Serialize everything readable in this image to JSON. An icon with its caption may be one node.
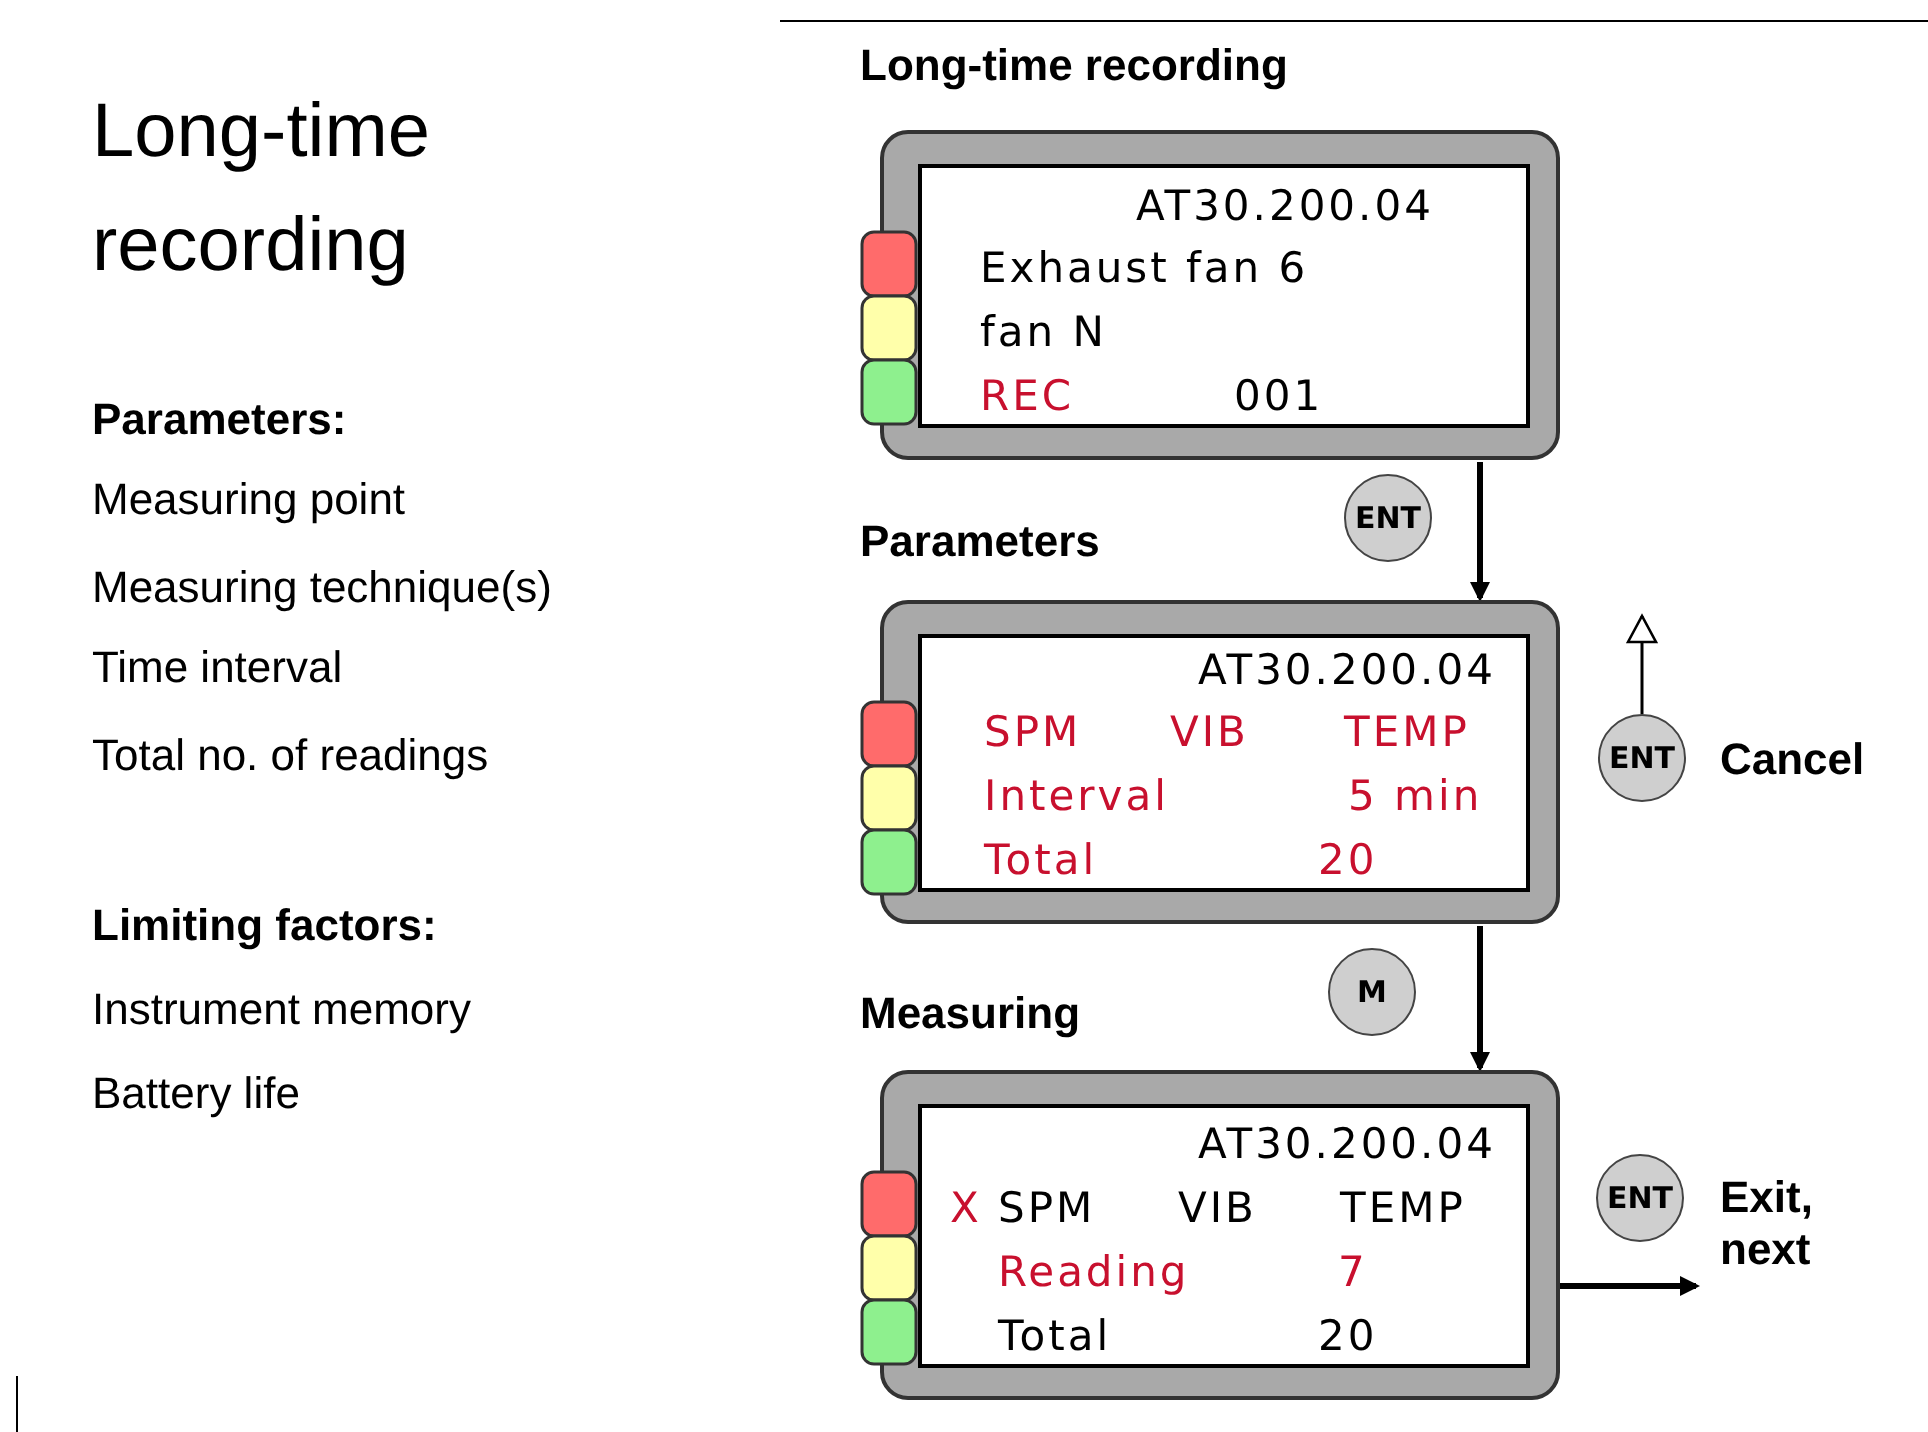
{
  "diagram": {
    "title": "Long-time recording",
    "nodes": [
      {
        "text": [
          "Long-time recording",
          "AT30.200.04",
          "Exhaust fan 6",
          "fan N",
          "REC",
          "001"
        ]
      },
      {
        "text": [
          "ENT"
        ]
      },
      {
        "text": [
          "Parameters",
          "AT30.200.04",
          "SPM",
          "VIB",
          "TEMP",
          "Interval",
          "5 min",
          "Total",
          "20"
        ]
      },
      {
        "text": [
          "ENT"
        ],
        "beside": [
          "Cancel"
        ]
      },
      {
        "text": [
          "M"
        ]
      },
      {
        "text": [
          "Measuring",
          "AT30.200.04",
          "X",
          "SPM",
          "VIB",
          "TEMP",
          "Reading",
          "7",
          "Total",
          "20"
        ]
      },
      {
        "text": [
          "ENT"
        ],
        "beside": [
          "Exit, next"
        ]
      }
    ],
    "edges": [
      {
        "from": 0,
        "to": 2,
        "arrow": "to"
      },
      {
        "from": 3,
        "to": null,
        "arrow": "to"
      },
      {
        "from": 2,
        "to": 5,
        "arrow": "to"
      },
      {
        "from": 5,
        "to": 6,
        "arrow": "to"
      }
    ],
    "labels": [
      "Parameters:",
      "Measuring point",
      "Measuring technique(s)",
      "Time interval",
      "Total no. of readings",
      "Limiting factors:",
      "Instrument memory",
      "Battery life"
    ]
  }
}
